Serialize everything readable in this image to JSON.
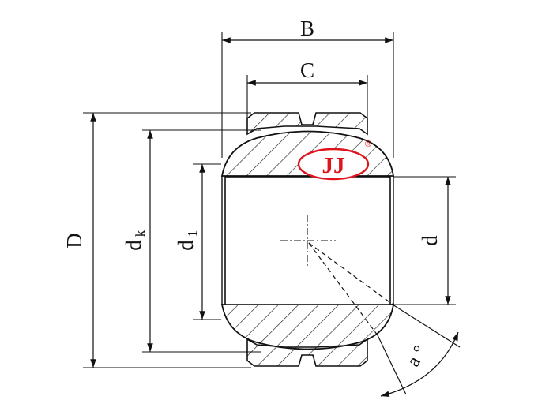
{
  "diagram": {
    "labels": {
      "B": "B",
      "C": "C",
      "D": "D",
      "dk_main": "d",
      "dk_sub": "k",
      "d1_main": "d",
      "d1_sub": "1",
      "d": "d",
      "angle": "a °"
    },
    "logo": {
      "text": "JJ",
      "registered": "®",
      "color": "#e0121b"
    }
  }
}
